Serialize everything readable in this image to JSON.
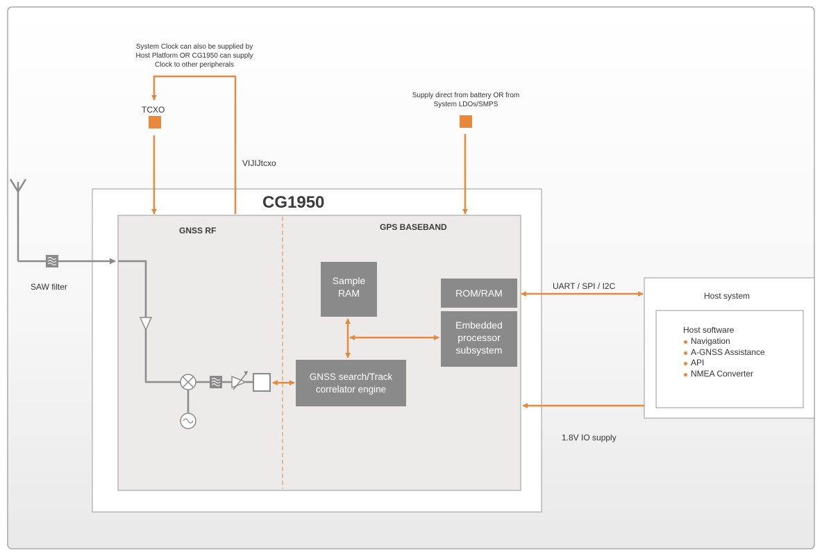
{
  "chip": {
    "title": "CG1950"
  },
  "sections": {
    "rf": "GNSS RF",
    "baseband": "GPS BASEBAND"
  },
  "notes": {
    "clock_line1": "System Clock can also be supplied by",
    "clock_line2": "Host Platform OR CG1950 can supply",
    "clock_line3": "Clock to other peripherals",
    "supply_line1": "Supply direct from battery OR from",
    "supply_line2": "System LDOs/SMPS"
  },
  "labels": {
    "tcxo": "TCXO",
    "vtcxo": "VIJIJtcxo",
    "saw_filter": "SAW filter",
    "uart": "UART / SPI / I2C",
    "io_supply": "1.8V IO supply"
  },
  "blocks": {
    "sample_ram_line1": "Sample",
    "sample_ram_line2": "RAM",
    "rom_ram": "ROM/RAM",
    "embedded_line1": "Embedded",
    "embedded_line2": "processor",
    "embedded_line3": "subsystem",
    "correlator_line1": "GNSS search/Track",
    "correlator_line2": "correlator engine"
  },
  "host": {
    "title": "Host system",
    "software_title": "Host software",
    "items": [
      "Navigation",
      "A-GNSS Assistance",
      "API",
      "NMEA Converter"
    ]
  },
  "colors": {
    "accent": "#E8883A",
    "block": "#8A8A8A",
    "panel": "#ECEBEA",
    "border": "#999999"
  }
}
